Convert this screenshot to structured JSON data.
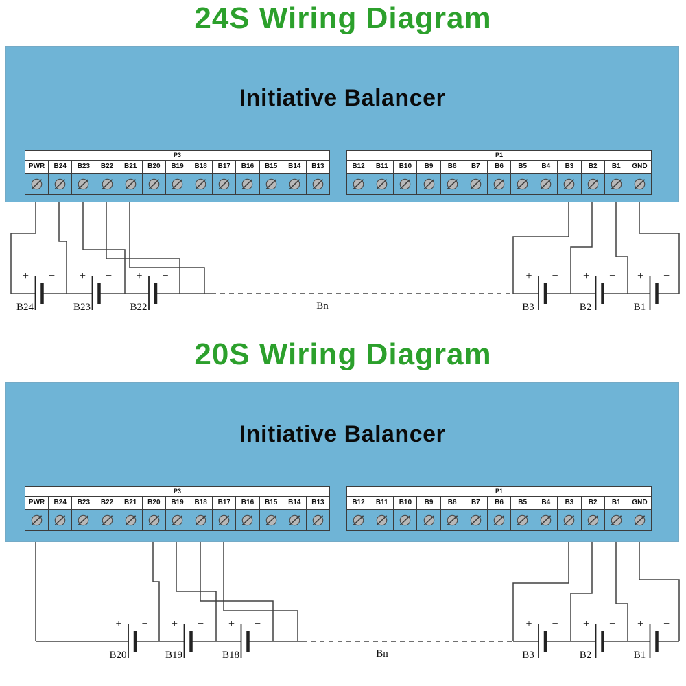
{
  "colors": {
    "title_green": "#2ca02c",
    "board_blue": "#6fb4d6",
    "terminal_white": "#ffffff",
    "wire_dark": "#404040"
  },
  "icons": {
    "terminal_screw": "screw-icon"
  },
  "diagrams": [
    {
      "title": "24S Wiring Diagram",
      "board_title": "Initiative Balancer",
      "groups": [
        {
          "label": "P3",
          "terminals": [
            "PWR",
            "B24",
            "B23",
            "B22",
            "B21",
            "B20",
            "B19",
            "B18",
            "B17",
            "B16",
            "B15",
            "B14",
            "B13"
          ]
        },
        {
          "label": "P1",
          "terminals": [
            "B12",
            "B11",
            "B10",
            "B9",
            "B8",
            "B7",
            "B6",
            "B5",
            "B4",
            "B3",
            "B2",
            "B1",
            "GND"
          ]
        }
      ],
      "batteries": {
        "left": [
          "B24",
          "B23",
          "B22"
        ],
        "middle": "Bn",
        "right": [
          "B3",
          "B2",
          "B1"
        ],
        "plus": "+",
        "minus": "−"
      }
    },
    {
      "title": "20S Wiring Diagram",
      "board_title": "Initiative Balancer",
      "groups": [
        {
          "label": "P3",
          "terminals": [
            "PWR",
            "B24",
            "B23",
            "B22",
            "B21",
            "B20",
            "B19",
            "B18",
            "B17",
            "B16",
            "B15",
            "B14",
            "B13"
          ]
        },
        {
          "label": "P1",
          "terminals": [
            "B12",
            "B11",
            "B10",
            "B9",
            "B8",
            "B7",
            "B6",
            "B5",
            "B4",
            "B3",
            "B2",
            "B1",
            "GND"
          ]
        }
      ],
      "batteries": {
        "left": [
          "B20",
          "B19",
          "B18"
        ],
        "middle": "Bn",
        "right": [
          "B3",
          "B2",
          "B1"
        ],
        "plus": "+",
        "minus": "−"
      }
    }
  ]
}
